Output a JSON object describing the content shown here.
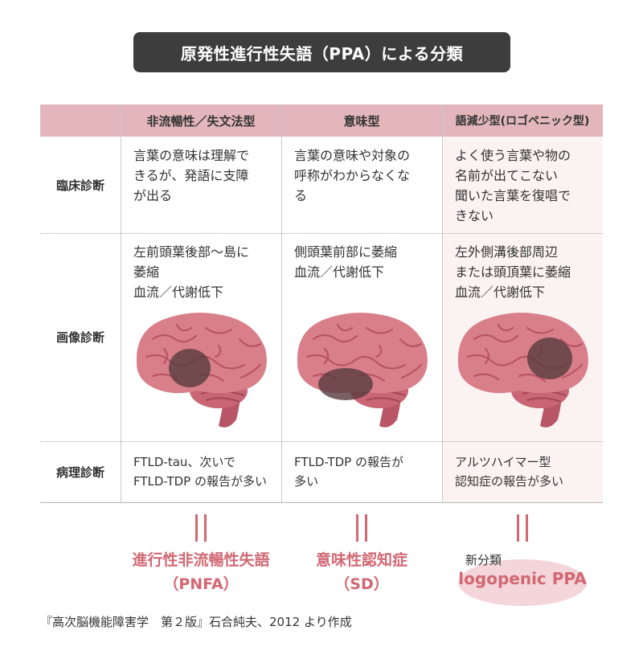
{
  "title": "原発性進行性失語（PPA）による分類",
  "columns": [
    {
      "label": "非流暢性／失文法型"
    },
    {
      "label": "意味型"
    },
    {
      "label": "語減少型(ロゴペニック型)"
    }
  ],
  "rows": [
    {
      "label": "臨床診断"
    },
    {
      "label": "画像診断"
    },
    {
      "label": "病理診断"
    }
  ],
  "cells": {
    "clinical": [
      "言葉の意味は理解で\nきるが、発語に支障\nが出る",
      "言葉の意味や対象の\n呼称がわからなくな\nる",
      "よく使う言葉や物の\n名前が出てこない\n聞いた言葉を復唱で\nきない"
    ],
    "imaging": [
      "左前頭葉後部〜島に\n萎縮\n血流／代謝低下",
      "側頭葉前部に萎縮\n血流／代謝低下",
      "左外側溝後部周辺\nまたは頭頂葉に萎縮\n血流／代謝低下"
    ],
    "pathology": [
      "FTLD-tau、次いで\nFTLD-TDP の報告が多い",
      "FTLD-TDP の報告が\n多い",
      "アルツハイマー型\n認知症の報告が多い"
    ]
  },
  "results": [
    {
      "line1": "進行性非流暢性失語",
      "line2": "（PNFA）"
    },
    {
      "line1": "意味性認知症",
      "line2": "（SD）"
    }
  ],
  "new_classification": {
    "prefix": "新分類",
    "name": "logopenic PPA"
  },
  "source": "『高次脳機能障害学　第２版』石合純夫、2012 より作成",
  "colors": {
    "title_bg": "#3d3d3d",
    "header_band": "#e3b6bb",
    "brain": "#d97f8a",
    "brain_dark": "#b85566",
    "lesion": "#5b3d3f",
    "accent": "#d16872",
    "ellipse": "#f4d5d9"
  },
  "lesion_regions": [
    "frontal-insula",
    "anterior-temporal",
    "parietal-sylvian"
  ]
}
